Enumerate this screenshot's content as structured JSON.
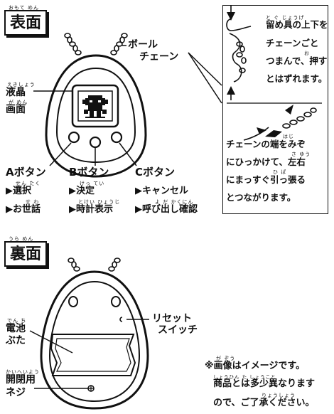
{
  "front": {
    "title": "表面",
    "title_ruby": "おもて めん",
    "ball_chain_1": "ボール",
    "ball_chain_2": "チェーン",
    "lcd_1": "液晶",
    "lcd_2": "画面",
    "lcd_ruby_1": "えきしょう",
    "lcd_ruby_2": "が めん",
    "buttons": [
      {
        "name": "Aボタン",
        "func1": "▶選択",
        "func2": "▶お世話",
        "ruby1": "せん たく",
        "ruby2": "せ わ"
      },
      {
        "name": "Bボタン",
        "func1": "▶決定",
        "func2": "▶時計表示",
        "ruby1": "けっ てい",
        "ruby2": "とけい ひょうじ"
      },
      {
        "name": "Cボタン",
        "func1": "▶キャンセル",
        "func2": "▶呼び出し確認",
        "ruby1": "",
        "ruby2": "よ だ かくにん"
      }
    ]
  },
  "instructions": {
    "part1": [
      "留め具の上下を",
      "チェーンごと",
      "つまんで、押す",
      "とはずれます。"
    ],
    "part1_ruby": [
      "と ぐ じょうげ",
      "",
      "お",
      ""
    ],
    "part2": [
      "チェーンの端をみぞ",
      "にひっかけて、左右",
      "にまっすぐ引っ張る",
      "とつながります。"
    ],
    "part2_ruby": [
      "はじ",
      "さ ゆう",
      "ひ ぱ",
      ""
    ]
  },
  "back": {
    "title": "裏面",
    "title_ruby": "うら めん",
    "battery_1": "電池",
    "battery_2": "ぶた",
    "battery_ruby": "でん ち",
    "reset_1": "リセット",
    "reset_2": "スイッチ",
    "screw_1": "開閉用",
    "screw_2": "ネジ",
    "screw_ruby": "かいへいよう"
  },
  "note": {
    "lines": [
      "※画像はイメージです。",
      "商品とは多少異なります",
      "ので、ご了承ください。"
    ],
    "ruby": [
      "が ぞう",
      "しょうひん た しょうこと",
      "りょうしょう"
    ]
  }
}
